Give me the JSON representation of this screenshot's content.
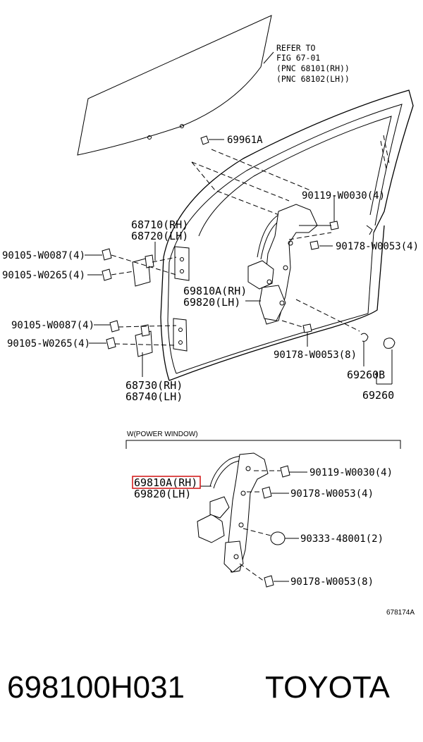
{
  "refer": {
    "line1": "REFER TO",
    "line2": "FIG 67-01",
    "line3": "(PNC 68101(RH))",
    "line4": "(PNC 68102(LH))"
  },
  "labels": {
    "p69961A": "69961A",
    "p90119_top": "90119-W0030(4)",
    "p90178_top": "90178-W0053(4)",
    "p68710": "68710(RH)",
    "p68720": "68720(LH)",
    "p90105_w0087_a": "90105-W0087(4)",
    "p90105_w0265_a": "90105-W0265(4)",
    "p69810A_top": "69810A(RH)",
    "p69820_top": "69820(LH)",
    "p90105_w0087_b": "90105-W0087(4)",
    "p90105_w0265_b": "90105-W0265(4)",
    "p90178_mid": "90178-W0053(8)",
    "p69260B": "69260B",
    "p69260": "69260",
    "p68730": "68730(RH)",
    "p68740": "68740(LH)"
  },
  "power_window": {
    "title": "W(POWER WINDOW)",
    "p69810A": "69810A(RH)",
    "p69820": "69820(LH)",
    "p90119": "90119-W0030(4)",
    "p90178_a": "90178-W0053(4)",
    "p90333": "90333-48001(2)",
    "p90178_b": "90178-W0053(8)"
  },
  "figure_code": "678174A",
  "footer": {
    "part_number": "698100H031",
    "brand": "TOYOTA"
  },
  "highlight_color": "#d42020"
}
